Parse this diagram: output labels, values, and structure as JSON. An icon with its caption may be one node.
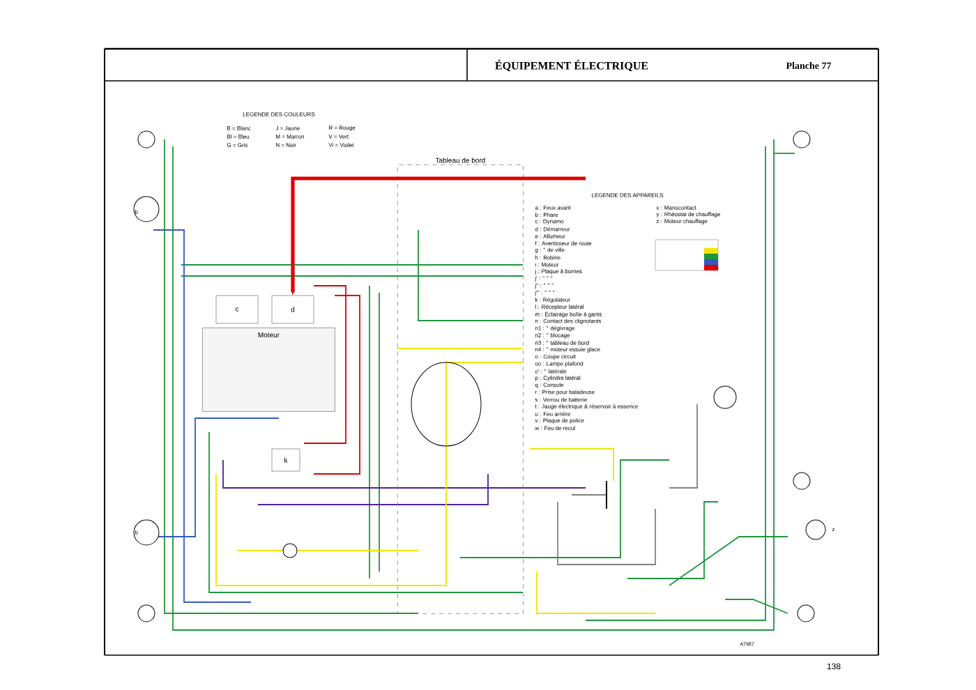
{
  "diagram": {
    "title": "ÉQUIPEMENT ÉLECTRIQUE",
    "nodes": [
      {
        "text": [
          "Tableau de bord"
        ]
      },
      {
        "text": [
          "c"
        ]
      },
      {
        "text": [
          "d"
        ]
      },
      {
        "text": [
          "Moteur"
        ]
      },
      {
        "text": [
          "k"
        ]
      }
    ],
    "edges": [
      {
        "from": null,
        "to": 2,
        "arrow": "to",
        "color": "#e00000"
      }
    ],
    "labels": [
      "Planche 77",
      "LEGENDE DES COULEURS",
      "B = Blanc",
      "J = Jaune",
      "R = Rouge",
      "Bl = Bleu",
      "M = Marron",
      "V = Vert",
      "G = Gris",
      "N = Noir",
      "Vi = Violet",
      "LEGENDE DES APPAREILS",
      "a : Feux avant",
      "b : Phare",
      "c : Dynamo",
      "d : Démarreur",
      "e : Allumeur",
      "f : Avertisseur de route",
      "g : \" de ville",
      "h : Bobine",
      "i : Moteur",
      "j : Plaque à bornes",
      "j' : \" \" \"",
      "j'' : \" \" \"",
      "j''' : \" \" \"",
      "k : Régulateur",
      "l : Récepteur latéral",
      "m : Éclairage boîte à gants",
      "n : Contact des clignotants",
      "n1 : \" dégivrage",
      "n2 : \" blocage",
      "n3 : \" tableau de bord",
      "n4 : \" moteur essuie glace",
      "o : Coupe circuit",
      "oo : Lampe plafond",
      "o' : \" latérale",
      "p : Cylindre latéral",
      "q : Console",
      "r : Prise pour baladeuse",
      "s : Verrou de batterie",
      "t : Jauge électrique & réservoir à essence",
      "u : Feu arrière",
      "v : Plaque de police",
      "w : Feu de recul",
      "x : Manocontact",
      "y : Rhéostat de chauffage",
      "z : Moteur chauffage",
      "b",
      "b",
      "z",
      "A7987",
      "138"
    ]
  }
}
